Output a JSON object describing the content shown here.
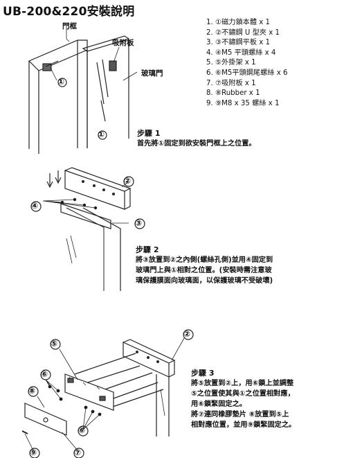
{
  "title": "UB-200&220安裝說明",
  "labels": {
    "door_frame": "門框",
    "suction_plate": "吸附板",
    "glass_door": "玻璃門"
  },
  "parts": [
    "1. ①磁力鎖本體 x 1",
    "2. ②不鏽鋼 U 型夾 x 1",
    "3. ③不鏽鋼平板 x 1",
    "4. ④M5 平頭螺絲 x 4",
    "5. ⑤外掛架 x 1",
    "6. ⑥M5平頭鋼尾螺絲 x 6",
    "7. ⑦吸附板 x 1",
    "8. ⑧Rubber x 1",
    "9. ⑨M8 x 35 螺絲 x 1"
  ],
  "step1": {
    "title": "步驟 1",
    "lines": [
      "首先將①固定到欲安裝門框上之位置。"
    ]
  },
  "step2": {
    "title": "步驟 2",
    "lines": [
      "將③放置到②之內側(螺絲孔側)並用④固定到",
      "玻璃門上與①相對之位置。(安裝時需注意玻",
      "璃保護膜面向玻璃面，以保護玻璃不受破壞)"
    ]
  },
  "step3": {
    "title": "步驟 3",
    "lines": [
      "將⑤放置到②上，用⑥鎖上並調整",
      "⑤之位置使其與①之位置相對應，",
      "用⑥鎖緊固定之。",
      "將⑦連同橡膠墊片 ⑧放置到⑤上",
      "相對應位置，並用⑨鎖緊固定之。"
    ]
  },
  "callouts": {
    "c1": "①",
    "c2": "②",
    "c3": "③",
    "c4": "④",
    "c5": "⑤",
    "c6": "⑥",
    "c7": "⑦",
    "c8": "⑧",
    "c9": "⑨"
  }
}
